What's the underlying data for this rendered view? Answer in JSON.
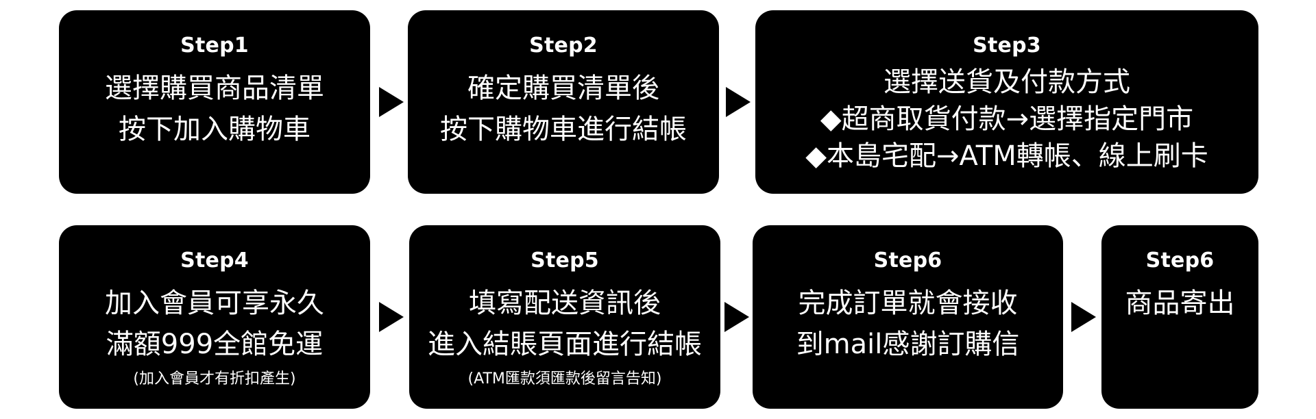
{
  "row1": [
    {
      "title": "Step1",
      "lines": [
        "選擇購買商品清單",
        "按下加入購物車"
      ]
    },
    {
      "title": "Step2",
      "lines": [
        "確定購買清單後",
        "按下購物車進行結帳"
      ]
    },
    {
      "title": "Step3",
      "lines": [
        "選擇送貨及付款方式",
        "◆超商取貨付款→選擇指定門市",
        "◆本島宅配→ATM轉帳、線上刷卡"
      ]
    }
  ],
  "row2": [
    {
      "title": "Step4",
      "lines": [
        "加入會員可享永久",
        "滿額999全館免運"
      ],
      "note": "(加入會員才有折扣產生)"
    },
    {
      "title": "Step5",
      "lines": [
        "填寫配送資訊後",
        "進入結賬頁面進行結帳"
      ],
      "note": "(ATM匯款須匯款後留言告知)"
    },
    {
      "title": "Step6",
      "lines": [
        "完成訂單就會接收",
        "到mail感謝訂購信"
      ]
    },
    {
      "title": "Step6",
      "lines": [
        "商品寄出"
      ]
    }
  ],
  "colors": {
    "box": "#000000",
    "text": "#ffffff",
    "arrow": "#000000",
    "background": "#ffffff"
  }
}
